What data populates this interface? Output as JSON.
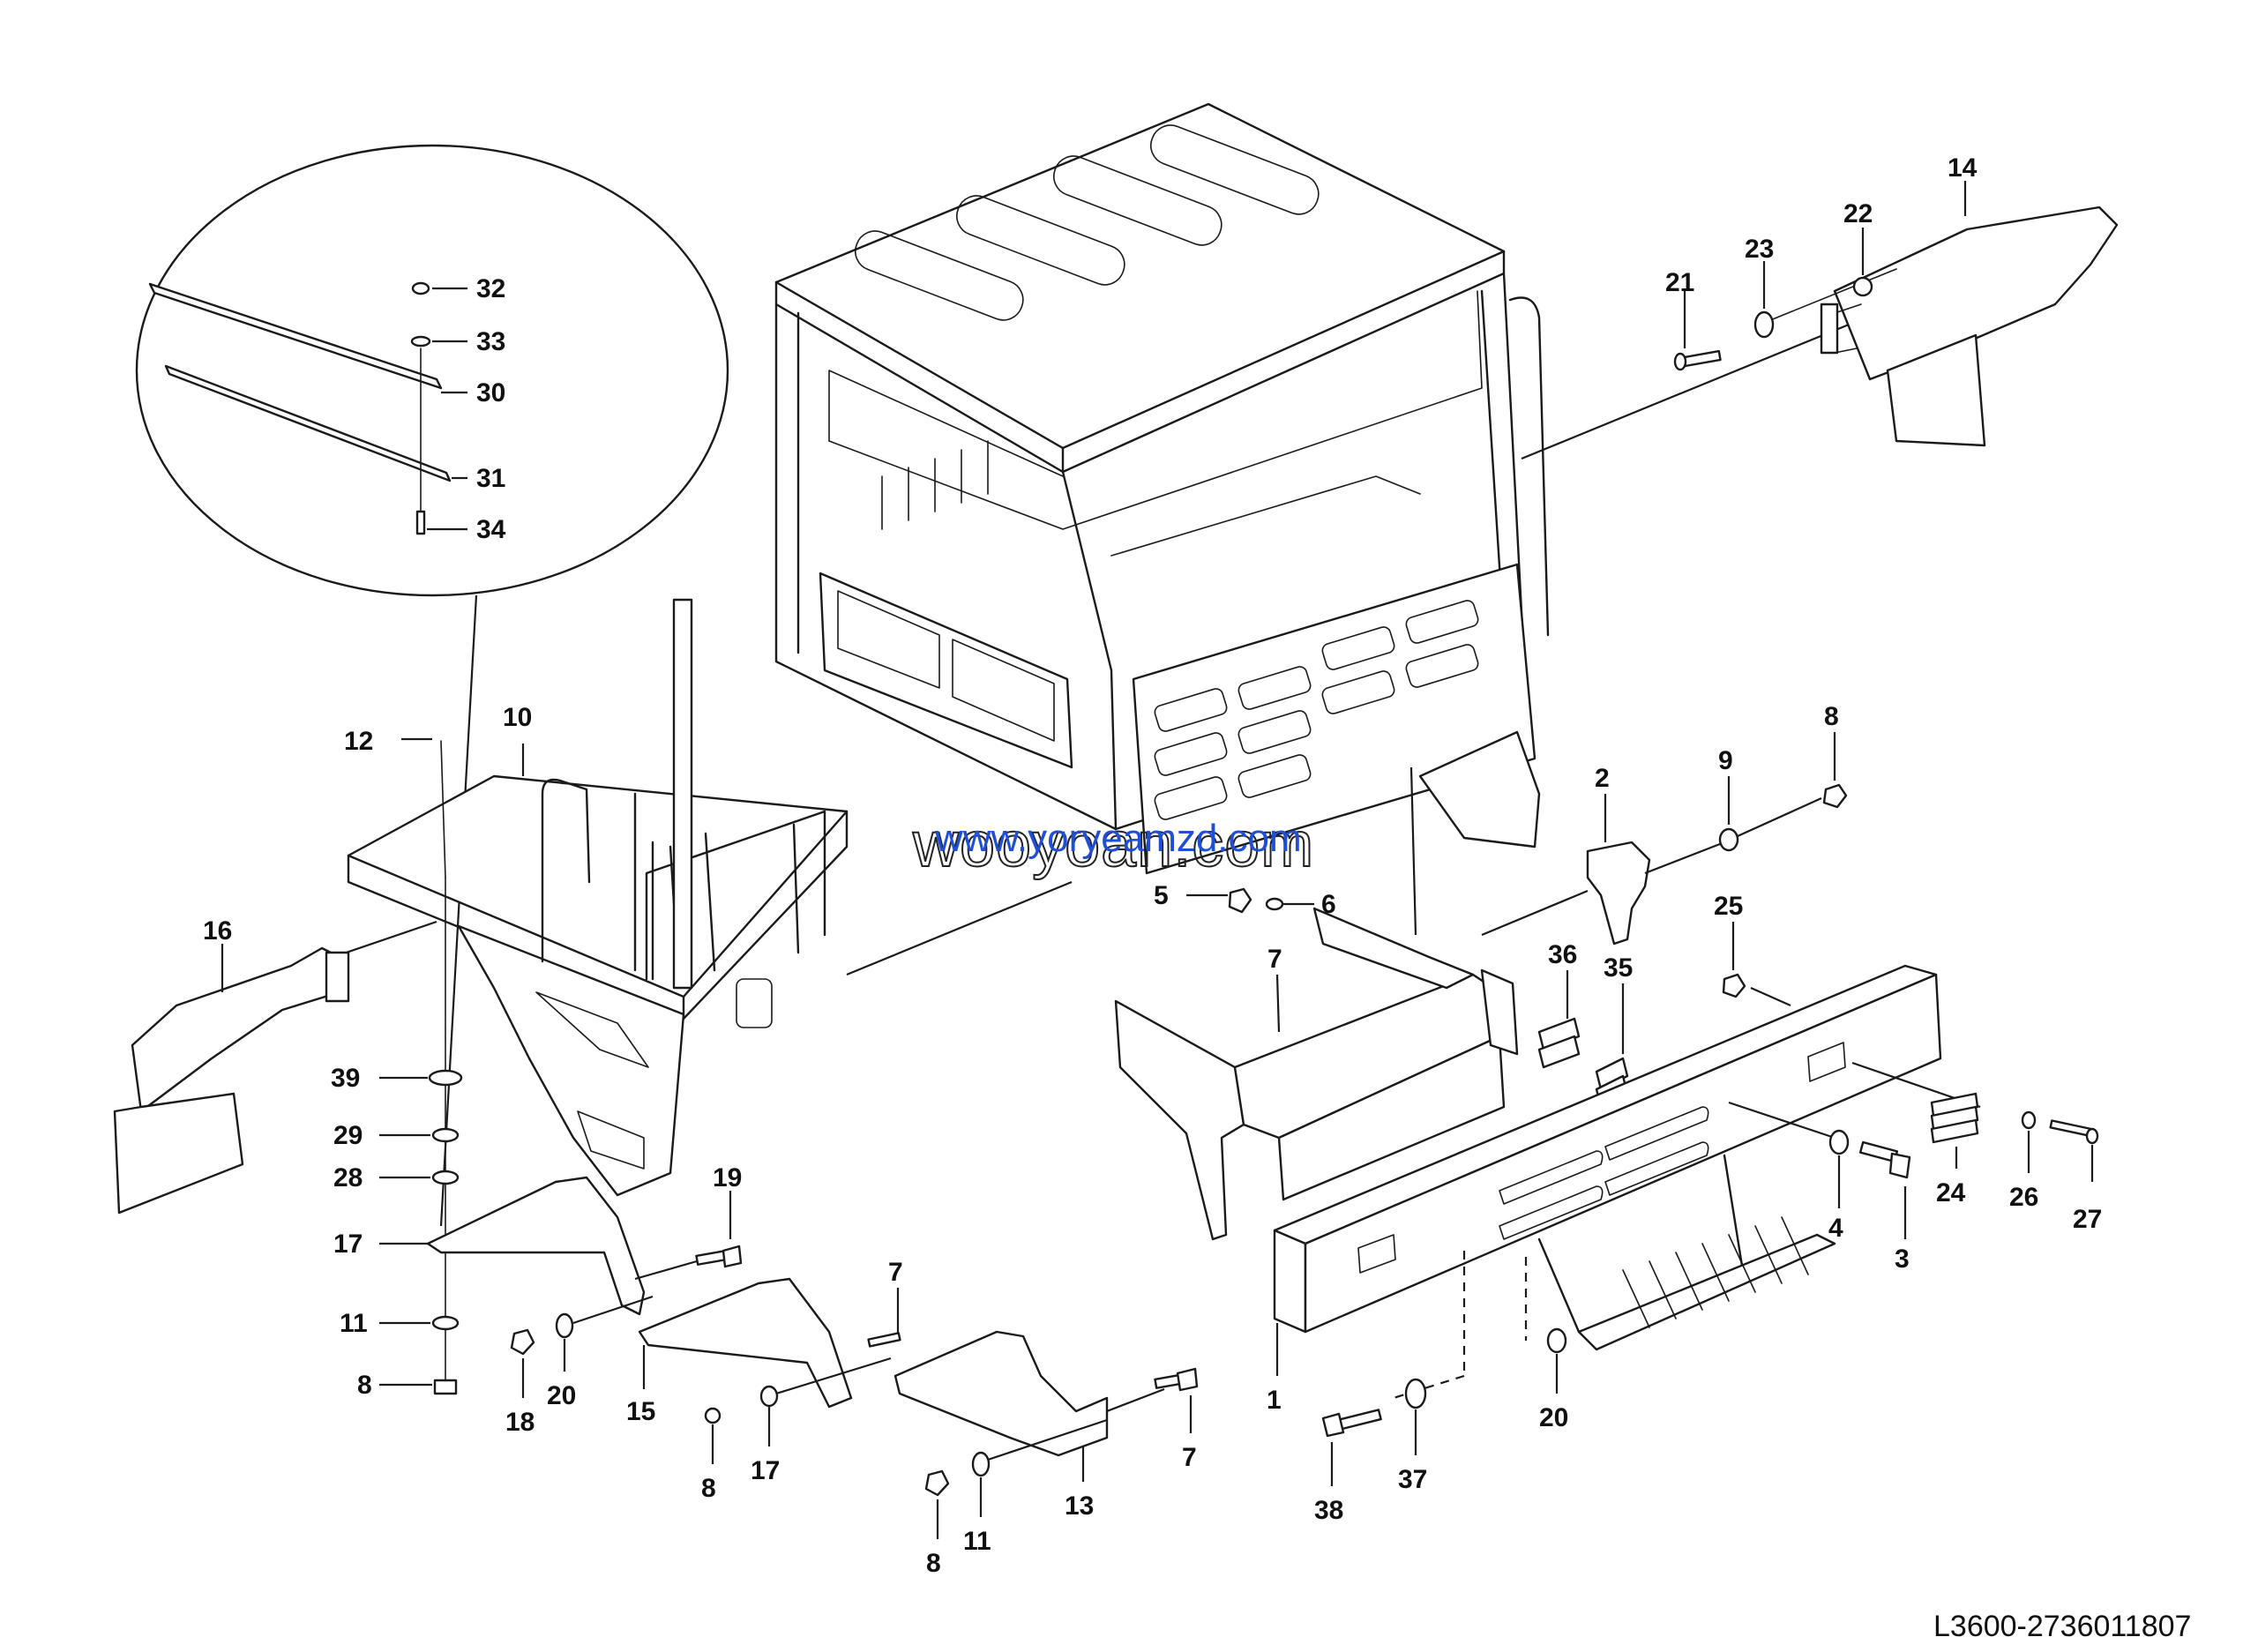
{
  "callouts": {
    "c1": "1",
    "c2": "2",
    "c3": "3",
    "c4": "4",
    "c5": "5",
    "c6": "6",
    "c7a": "7",
    "c7b": "7",
    "c7c": "7",
    "c8a": "8",
    "c8b": "8",
    "c8c": "8",
    "c8d": "8",
    "c9": "9",
    "c10": "10",
    "c11a": "11",
    "c11b": "11",
    "c12": "12",
    "c13": "13",
    "c14": "14",
    "c15": "15",
    "c16": "16",
    "c17a": "17",
    "c17b": "17",
    "c18": "18",
    "c19": "19",
    "c20a": "20",
    "c20b": "20",
    "c21": "21",
    "c22": "22",
    "c23": "23",
    "c24": "24",
    "c25": "25",
    "c26": "26",
    "c27": "27",
    "c28": "28",
    "c29": "29",
    "c30": "30",
    "c31": "31",
    "c32": "32",
    "c33": "33",
    "c34": "34",
    "c35": "35",
    "c36": "36",
    "c37": "37",
    "c38": "38",
    "c39": "39"
  },
  "reference_code": "L3600-2736011807",
  "watermark": {
    "outline_text": "wooyoan.com",
    "overlay_text": "www.yoryeamzd.com"
  }
}
